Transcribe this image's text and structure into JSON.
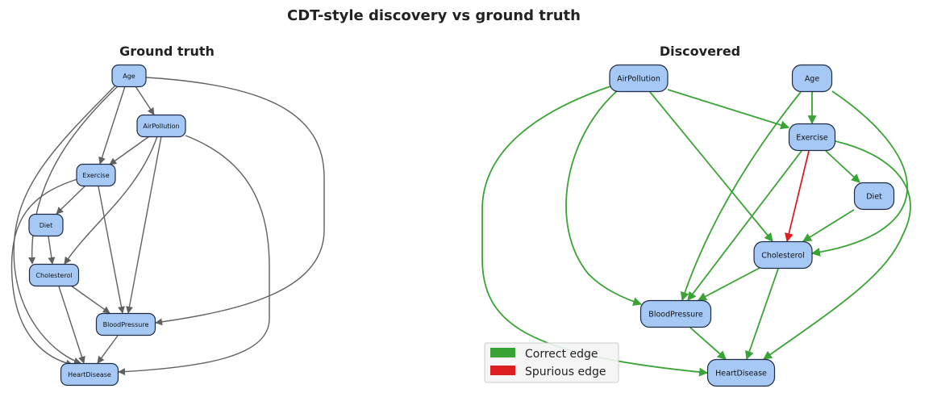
{
  "figure_title": "CDT-style discovery vs ground truth",
  "panels": [
    {
      "title": "Ground truth",
      "nodes": [
        "Age",
        "AirPollution",
        "Exercise",
        "Diet",
        "Cholesterol",
        "BloodPressure",
        "HeartDisease"
      ],
      "edges": [
        {
          "from": "Age",
          "to": "AirPollution",
          "status": "truth"
        },
        {
          "from": "Age",
          "to": "Exercise",
          "status": "truth"
        },
        {
          "from": "Age",
          "to": "Cholesterol",
          "status": "truth"
        },
        {
          "from": "Age",
          "to": "BloodPressure",
          "status": "truth"
        },
        {
          "from": "AirPollution",
          "to": "Exercise",
          "status": "truth"
        },
        {
          "from": "AirPollution",
          "to": "Cholesterol",
          "status": "truth"
        },
        {
          "from": "AirPollution",
          "to": "BloodPressure",
          "status": "truth"
        },
        {
          "from": "AirPollution",
          "to": "HeartDisease",
          "status": "truth"
        },
        {
          "from": "Exercise",
          "to": "Diet",
          "status": "truth"
        },
        {
          "from": "Exercise",
          "to": "BloodPressure",
          "status": "truth"
        },
        {
          "from": "Exercise",
          "to": "HeartDisease",
          "status": "truth"
        },
        {
          "from": "Diet",
          "to": "Cholesterol",
          "status": "truth"
        },
        {
          "from": "Cholesterol",
          "to": "BloodPressure",
          "status": "truth"
        },
        {
          "from": "Cholesterol",
          "to": "HeartDisease",
          "status": "truth"
        },
        {
          "from": "BloodPressure",
          "to": "HeartDisease",
          "status": "truth"
        },
        {
          "from": "Age",
          "to": "HeartDisease",
          "status": "truth"
        }
      ]
    },
    {
      "title": "Discovered",
      "nodes": [
        "AirPollution",
        "Age",
        "Exercise",
        "Diet",
        "Cholesterol",
        "BloodPressure",
        "HeartDisease"
      ],
      "edges": [
        {
          "from": "Age",
          "to": "Exercise",
          "status": "correct"
        },
        {
          "from": "Age",
          "to": "BloodPressure",
          "status": "correct"
        },
        {
          "from": "Age",
          "to": "Cholesterol",
          "status": "correct"
        },
        {
          "from": "AirPollution",
          "to": "Exercise",
          "status": "correct"
        },
        {
          "from": "AirPollution",
          "to": "Cholesterol",
          "status": "correct"
        },
        {
          "from": "AirPollution",
          "to": "BloodPressure",
          "status": "correct"
        },
        {
          "from": "AirPollution",
          "to": "HeartDisease",
          "status": "correct"
        },
        {
          "from": "Exercise",
          "to": "Diet",
          "status": "correct"
        },
        {
          "from": "Exercise",
          "to": "Cholesterol",
          "status": "spurious"
        },
        {
          "from": "Exercise",
          "to": "BloodPressure",
          "status": "correct"
        },
        {
          "from": "Exercise",
          "to": "HeartDisease",
          "status": "correct"
        },
        {
          "from": "Diet",
          "to": "Cholesterol",
          "status": "correct"
        },
        {
          "from": "Cholesterol",
          "to": "BloodPressure",
          "status": "correct"
        },
        {
          "from": "Cholesterol",
          "to": "HeartDisease",
          "status": "correct"
        },
        {
          "from": "BloodPressure",
          "to": "HeartDisease",
          "status": "correct"
        }
      ]
    }
  ],
  "legend": [
    {
      "label": "Correct edge",
      "color": "#3aa335"
    },
    {
      "label": "Spurious edge",
      "color": "#dc1f1f"
    }
  ],
  "colors": {
    "truth_edge": "#606060",
    "correct_edge": "#3aa335",
    "spurious_edge": "#dc1f1f",
    "node_fill": "#a6c8f4",
    "node_border": "#1f2a44"
  }
}
